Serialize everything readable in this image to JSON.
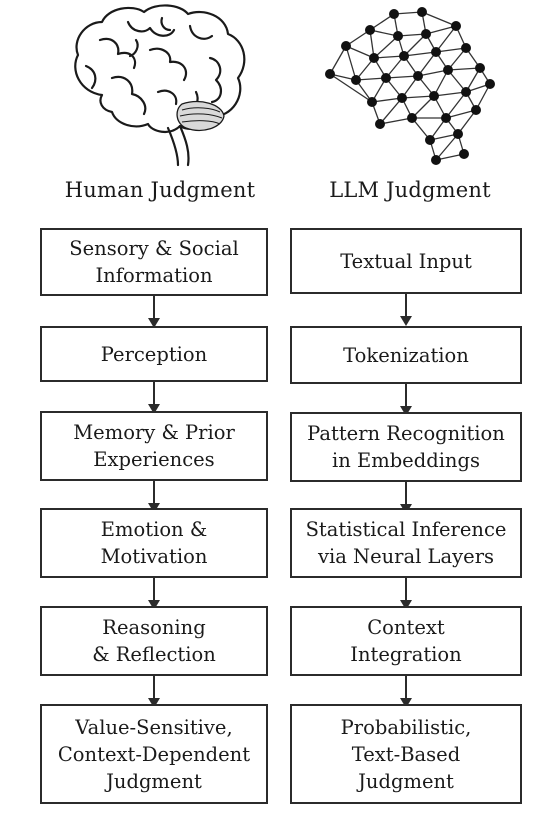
{
  "human": {
    "heading": "Human Judgment",
    "steps": [
      "Sensory & Social\nInformation",
      "Perception",
      "Memory & Prior\nExperiences",
      "Emotion &\nMotivation",
      "Reasoning\n& Reflection",
      "Value-Sensitive,\nContext-Dependent\nJudgment"
    ]
  },
  "llm": {
    "heading": "LLM Judgment",
    "steps": [
      "Textual Input",
      "Tokenization",
      "Pattern Recognition\nin Embeddings",
      "Statistical Inference\nvia Neural Layers",
      "Context\nIntegration",
      "Probabilistic,\nText-Based\nJudgment"
    ]
  },
  "icons": {
    "human": "brain-icon",
    "llm": "neural-network-icon"
  }
}
